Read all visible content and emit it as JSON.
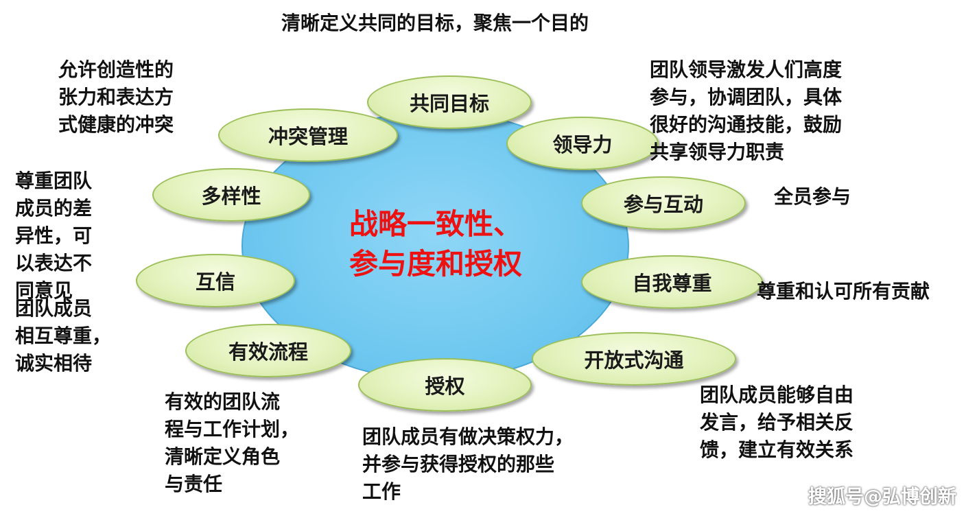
{
  "diagram": {
    "center": {
      "title": "战略一致性、\n参与度和授权"
    },
    "nodes": [
      {
        "label": "共同目标"
      },
      {
        "label": "领导力"
      },
      {
        "label": "参与互动"
      },
      {
        "label": "自我尊重"
      },
      {
        "label": "开放式沟通"
      },
      {
        "label": "授权"
      },
      {
        "label": "有效流程"
      },
      {
        "label": "互信"
      },
      {
        "label": "多样性"
      },
      {
        "label": "冲突管理"
      }
    ],
    "notes": [
      {
        "text": "清晰定义共同的目标，聚焦一个目的"
      },
      {
        "text": "团队领导激发人们高度\n参与，协调团队，具体\n很好的沟通技能，鼓励\n共享领导力职责"
      },
      {
        "text": "全员参与"
      },
      {
        "text": "尊重和认可所有贡献"
      },
      {
        "text": "团队成员能够自由\n发言，给予相关反\n馈，建立有效关系"
      },
      {
        "text": "团队成员有做决策权力，\n并参与获得授权的那些\n工作"
      },
      {
        "text": "有效的团队流\n程与工作计划，\n清晰定义角色\n与责任"
      },
      {
        "text": "团队成员\n相互尊重，\n诚实相待"
      },
      {
        "text": "尊重团队\n成员的差\n异性，可\n以表达不\n同意见"
      },
      {
        "text": "允许创造性的\n张力和表达方\n式健康的冲突"
      }
    ]
  },
  "watermark": "搜狐号@弘博创新",
  "colors": {
    "center_fill": "#6fc8f0",
    "center_text": "#ee1111",
    "node_fill": "#e3f2bd",
    "node_border": "#9cbf5a",
    "text": "#111111"
  }
}
